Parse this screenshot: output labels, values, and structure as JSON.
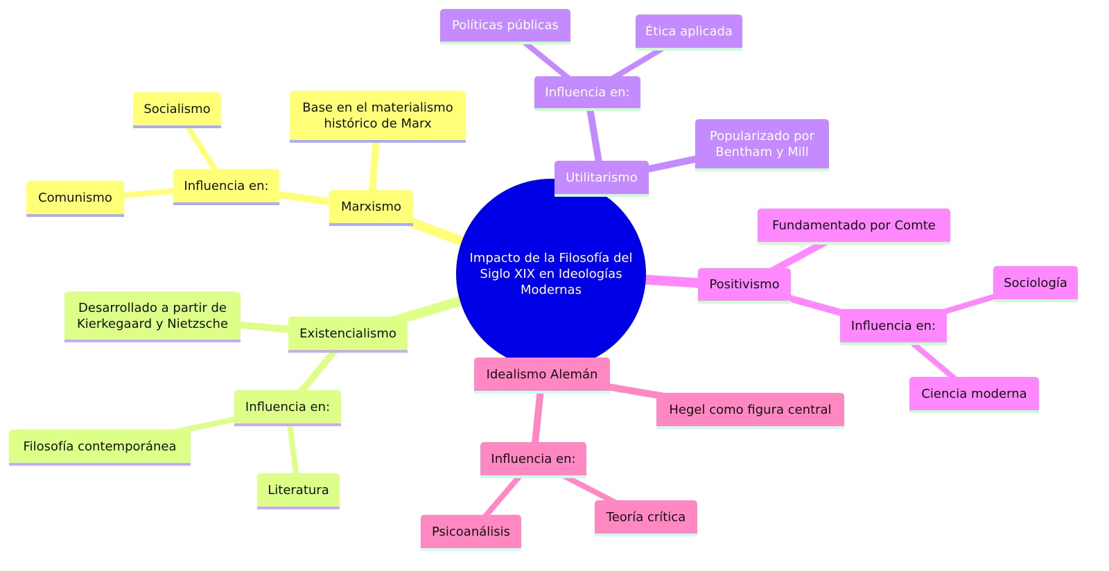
{
  "root": "Impacto de la Filosofía del Siglo XIX en Ideologías Modernas",
  "colors": {
    "root": "#0000e6",
    "marxismo": "#ffff78",
    "existencialismo": "#ddff88",
    "utilitarismo": "#c38bff",
    "positivismo": "#ff88ff",
    "idealismo": "#ff88c3"
  },
  "marxismo": {
    "label": "Marxismo",
    "base": "Base en el materialismo histórico de Marx",
    "influencia": "Influencia en:",
    "items": [
      "Socialismo",
      "Comunismo"
    ]
  },
  "existencialismo": {
    "label": "Existencialismo",
    "origen": "Desarrollado a partir de Kierkegaard y Nietzsche",
    "influencia": "Influencia en:",
    "items": [
      "Filosofía contemporánea",
      "Literatura"
    ]
  },
  "utilitarismo": {
    "label": "Utilitarismo",
    "origen": "Popularizado por Bentham y Mill",
    "influencia": "Influencia en:",
    "items": [
      "Políticas públicas",
      "Ética aplicada"
    ]
  },
  "positivismo": {
    "label": "Positivismo",
    "origen": "Fundamentado por Comte",
    "influencia": "Influencia en:",
    "items": [
      "Sociología",
      "Ciencia moderna"
    ]
  },
  "idealismo": {
    "label": "Idealismo Alemán",
    "figura": "Hegel como figura central",
    "influencia": "Influencia en:",
    "items": [
      "Psicoanálisis",
      "Teoría crítica"
    ]
  }
}
